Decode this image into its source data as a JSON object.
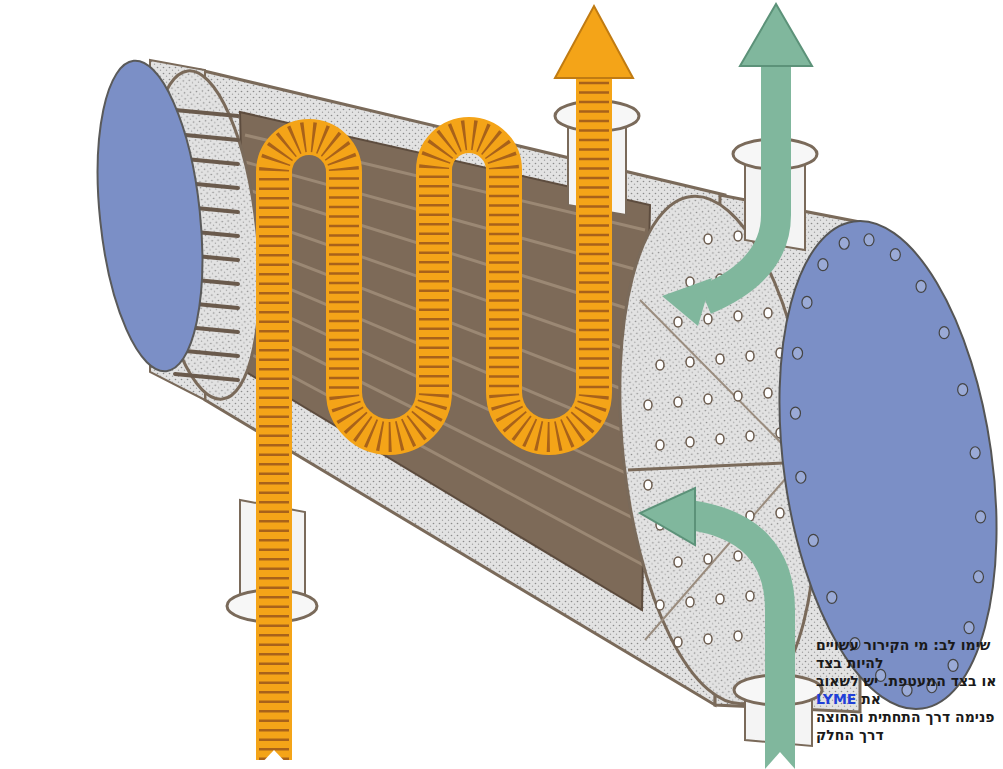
{
  "diagram": {
    "labels": [
      "שימו לב: מי הקירור עשויים להיות בצד",
      "או בצד המעטפת. יש לשאוב את",
      "LYME",
      "פנימה דרך התחתית והחוצה דרך החלק"
    ]
  }
}
